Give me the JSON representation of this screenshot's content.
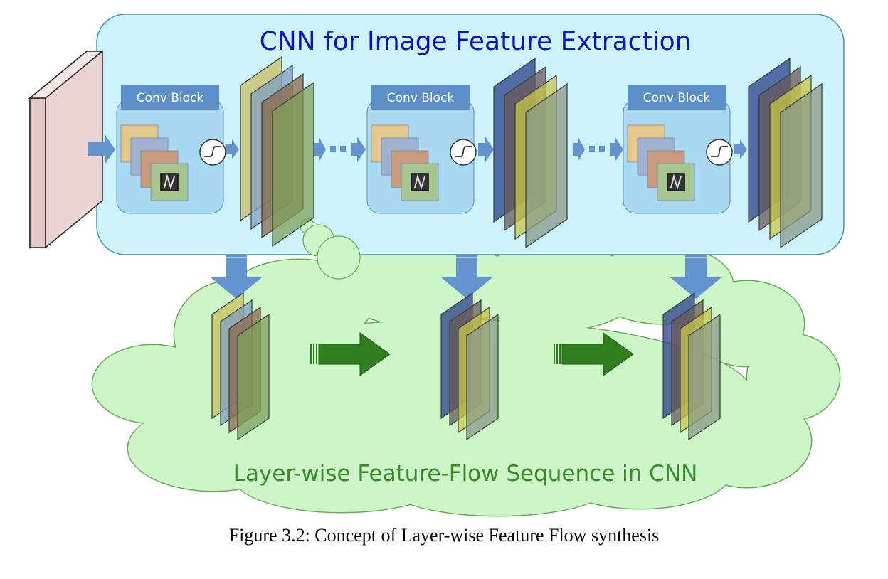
{
  "diagram": {
    "cnn_title": "CNN for Image Feature Extraction",
    "block_label": "Conv Block",
    "flow_title": "Layer-wise Feature-Flow Sequence in CNN",
    "caption": "Figure 3.2: Concept of Layer-wise Feature Flow synthesis"
  },
  "colors": {
    "cnn_panel_fill": "#ccf2fb",
    "cnn_panel_stroke": "#4a8fb0",
    "block_fill": "#a9d9f2",
    "block_label_fill": "#5b8fc9",
    "cloud_fill": "#ccf6c8",
    "cloud_stroke": "#6aaa55",
    "blue_arrow": "#6494cf",
    "green_arrow": "#2f7f1f",
    "cnn_title_color": "#1010c0",
    "flow_title_color": "#3a8a2a",
    "input_face": "#e8d2d2",
    "filter_colors": [
      "#e6c98a",
      "#9fb2cf",
      "#c99a7e",
      "#a6c48f"
    ],
    "map_colors_group1": [
      "#c8c060",
      "#7f9fc0",
      "#8a6a4a",
      "#7fa05a"
    ],
    "map_colors_group2": [
      "#2a3f8a",
      "#6a5a5a",
      "#c8c848",
      "#8a9a88"
    ],
    "map_colors_group3": [
      "#2a3f8a",
      "#6a5a5a",
      "#c8c848",
      "#8a9a88"
    ]
  },
  "icons": [
    "activation-icon",
    "kernel-icon",
    "input-image-icon",
    "arrow-icon"
  ]
}
